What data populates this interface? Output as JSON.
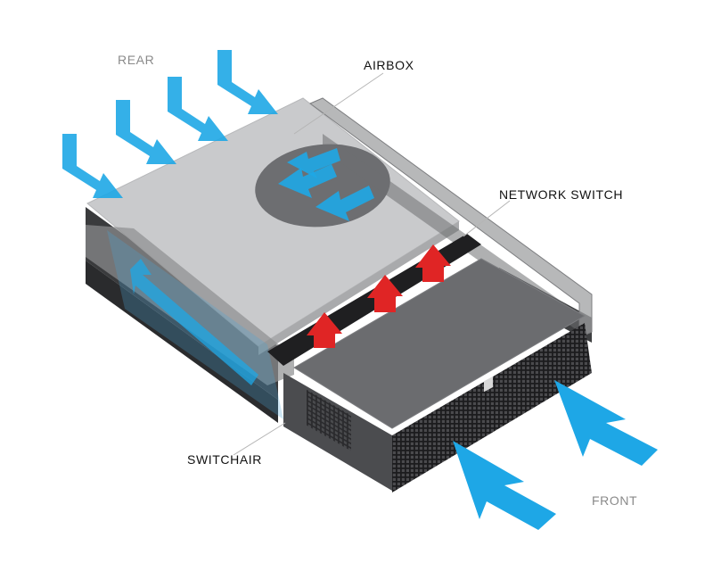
{
  "labels": {
    "rear": "REAR",
    "airbox": "AIRBOX",
    "network_switch": "NETWORK SWITCH",
    "switchair": "SWITCHAIR",
    "front": "FRONT"
  },
  "colors": {
    "cool_air": "#1ea7e6",
    "warm_air": "#e02525",
    "chassis_top": "#c9cacc",
    "switch_top": "#6b6c6f",
    "switch_front": "#2b2b2d",
    "rail": "#8f9092"
  }
}
